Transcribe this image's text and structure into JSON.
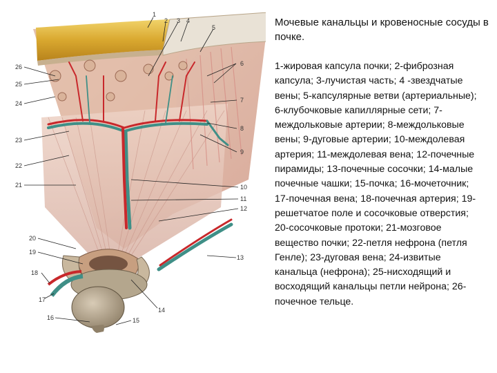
{
  "title": "Мочевые канальцы и кровеносные сосуды в почке.",
  "legend": "1-жировая капсула почки; 2-фиброзная капсула; 3-лучистая часть; 4 -звездчатые вены; 5-капсулярные ветви (артериальные); 6-клубочковые капиллярные сети; 7-междольковые артерии; 8-междольковые вены; 9-дуговые артерии; 10-междолевая артерия; 11-междолевая вена; 12-почечные пирамиды; 13-почечные сосочки; 14-малые почечные чашки; 15-почка; 16-мочеточник; 17-почечная вена; 18-почечная артерия; 19-решетчатое поле и сосочковые отверстия; 20-сосочковые протоки; 21-мозговое вещество почки; 22-петля нефрона (петля Генле); 23-дуговая вена; 24-извитые канальца (нефрона); 25-нисходящий и восходящий канальцы петли нейрона; 26-почечное тельце.",
  "figure_labels": {
    "n1": "1",
    "n2": "2",
    "n3": "3",
    "n4": "4",
    "n5": "5",
    "n6": "6",
    "n7": "7",
    "n8": "8",
    "n9": "9",
    "n10": "10",
    "n11": "11",
    "n12": "12",
    "n13": "13",
    "n14": "14",
    "n15": "15",
    "n16": "16",
    "n17": "17",
    "n18": "18",
    "n19": "19",
    "n20": "20",
    "n21": "21",
    "n22": "22",
    "n23": "23",
    "n24": "24",
    "n25": "25",
    "n26": "26"
  }
}
